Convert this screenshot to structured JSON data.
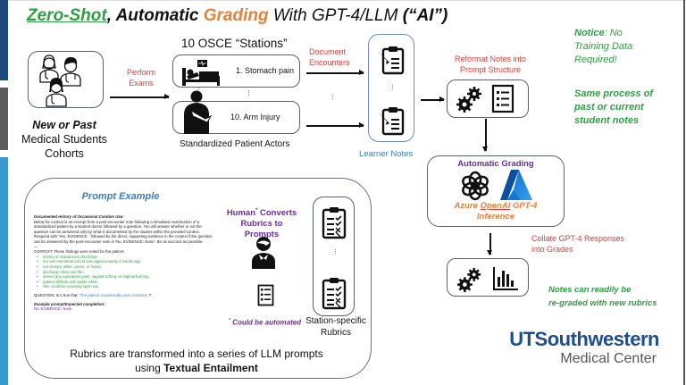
{
  "title": {
    "part1": "Zero-Shot",
    "part2": ", Automatic ",
    "part3": "Grading",
    "part4": " With GPT-4/LLM ",
    "part5": "(“AI”)"
  },
  "colors": {
    "stripe_dark_blue": "#1c4a7a",
    "stripe_gray": "#5b5b5b",
    "stripe_light_blue": "#3a99cc",
    "accent_green": "#2ea043",
    "accent_orange": "#e8803a",
    "accent_red": "#e53935",
    "accent_purple": "#6a2ca0",
    "accent_blue": "#3c7cc4",
    "utsw_blue": "#1f4e8c"
  },
  "students": {
    "label_bold": "New or Past",
    "label_line2": "Medical Students",
    "label_line3": "Cohorts"
  },
  "perform_exams": {
    "line1": "Perform",
    "line2": "Exams"
  },
  "stations": {
    "heading": "10 OSCE “Stations”",
    "items": [
      {
        "label": "1. Stomach pain",
        "icon": "hospital-bed-icon"
      },
      {
        "label": "10. Arm Injury",
        "icon": "arm-sling-icon"
      }
    ],
    "caption": "Standardized Patient Actors"
  },
  "document_encounters": {
    "line1": "Document",
    "line2": "Encounters"
  },
  "learner_notes": {
    "caption": "Learner Notes"
  },
  "reformat": {
    "line1": "Reformat Notes into",
    "line2": "Prompt Structure"
  },
  "notice": {
    "bold": "Notice",
    "rest": ": No",
    "line2": "Training Data",
    "line3": "Required!",
    "same1": "Same process of",
    "same2": "past or current",
    "same3": "student notes"
  },
  "grading": {
    "title": "Automatic Grading",
    "line1_a": "Azure ",
    "line1_b": "OpenAI",
    "line1_c": " GPT-4",
    "line2": "Inference"
  },
  "collate": {
    "line1": "Collate GPT-4 Responses",
    "line2": "into Grades"
  },
  "regrade": {
    "line1": "Notes can readily be",
    "line2": "re-graded with new rubrics"
  },
  "logo": {
    "line1": "UTSouthwestern",
    "line1_a": "UT",
    "line1_b": "Southwestern",
    "line2": "Medical Center"
  },
  "prompt_example": {
    "title": "Prompt Example",
    "heading": "Documented History of Occasional Condom Use:",
    "intro": "Below for context is an excerpt from a post-encounter note following a simulated examination of a standardized patient by a student doctor followed by a question. You will answer whether or not the question can be answered only by what is documented by the student within the provided context. Respond with 'Yes, EVIDENCE: ' followed by the direct, supporting evidence in the context if the question can be answered by the post-encounter note or 'No, EVIDENCE: None'. Be as succinct as possible.",
    "separator": "---",
    "context_label": "CONTEXT: These findings were noted for the patient:",
    "findings": [
      "history of malodorous discharge",
      "her last menstrual period was approximately 2 weeks ago",
      "not clumpy, white, green, or foamy",
      "discharge clear and thin.",
      "denies any suprapubic pain, vaginal itching, or vaginal burning",
      "patient afebrile with stable vitals",
      "She could be ovulating right now"
    ],
    "question_label": "QUESTION: Is it true that: '",
    "question_text": "The patient occasionally uses condoms.",
    "question_end": "'?",
    "completion_label": "Example prompt/Expected completion:",
    "completion_value": "No, EVIDENCE: None"
  },
  "human_converts": {
    "line1_a": "Human",
    "line1_star": "*",
    "line1_b": " Converts",
    "line2": "Rubrics to Prompts",
    "footnote_star": "*",
    "footnote": " Could be automated"
  },
  "rubrics": {
    "line1": "Station-specific",
    "line2": "Rubrics"
  },
  "bottom_caption": {
    "line1": "Rubrics are transformed into a series of LLM prompts",
    "line2_a": "using ",
    "line2_b": "Textual Entailment"
  },
  "vertical_ellipsis": "⋮"
}
